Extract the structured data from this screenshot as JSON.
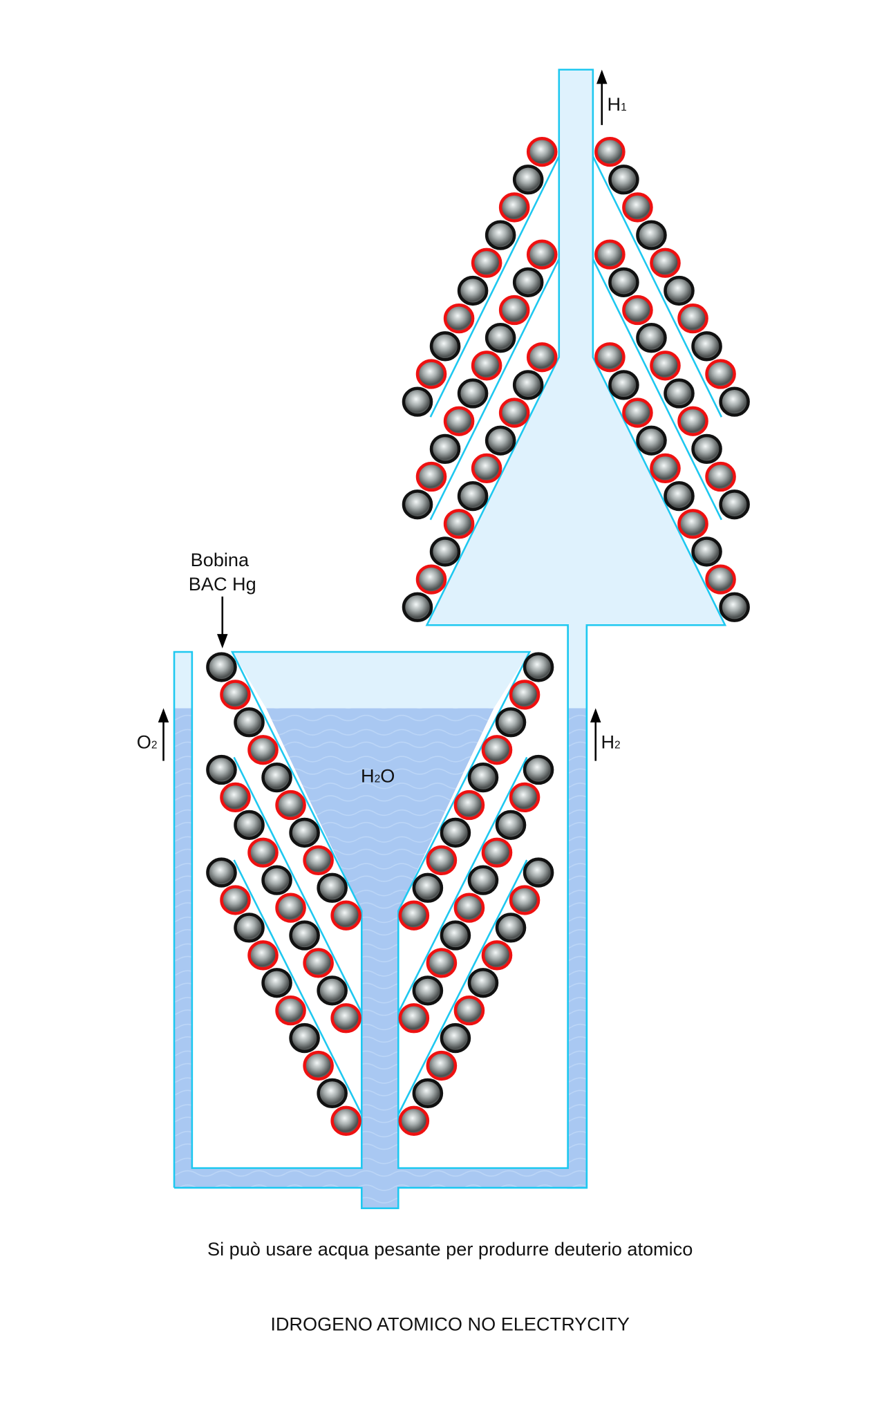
{
  "labels": {
    "h1": "H",
    "h1_sub": "1",
    "h2": "H",
    "h2_sub": "2",
    "o2": "O",
    "o2_sub": "2",
    "water": "H",
    "water_sub": "2",
    "water_end": "O",
    "coil_line1": "Bobina",
    "coil_line2": "BAC Hg"
  },
  "captions": {
    "note": "Si può usare acqua pesante per produrre deuterio atomico",
    "title": "IDROGENO ATOMICO NO ELECTRYCITY"
  },
  "colors": {
    "wall": "#1ec8f0",
    "water": "#a7c6f2",
    "gas": "#dff2fd",
    "sphere_red": "#ee1111",
    "sphere_black": "#111111"
  },
  "coils": {
    "spheres_per_row": 10,
    "rows_per_side": 3
  }
}
